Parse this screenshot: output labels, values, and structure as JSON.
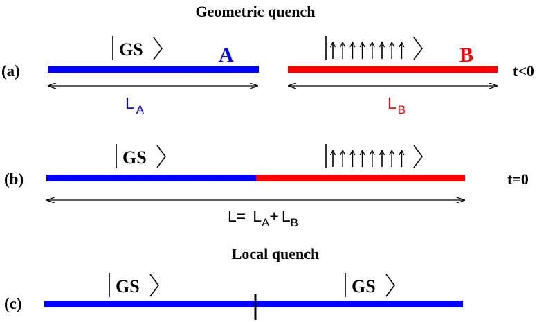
{
  "titles": {
    "geometric": "Geometric quench",
    "local": "Local quench"
  },
  "panels": {
    "a": {
      "label": "(a)",
      "time": "t<0",
      "left_state": "GS",
      "right_state_arrows": 8,
      "left_region": "A",
      "right_region": "B",
      "left_length": {
        "main": "L",
        "sub": "A"
      },
      "right_length": {
        "main": "L",
        "sub": "B"
      }
    },
    "b": {
      "label": "(b)",
      "time": "t=0",
      "left_state": "GS",
      "right_state_arrows": 8,
      "total_length": {
        "prefix": "L=",
        "a_main": "L",
        "a_sub": "A",
        "plus": "+",
        "b_main": "L",
        "b_sub": "B"
      }
    },
    "c": {
      "label": "(c)",
      "left_state": "GS",
      "right_state": "GS"
    }
  },
  "colors": {
    "region_a": "#0000ff",
    "region_b": "#ff0000",
    "ink": "#000000"
  }
}
